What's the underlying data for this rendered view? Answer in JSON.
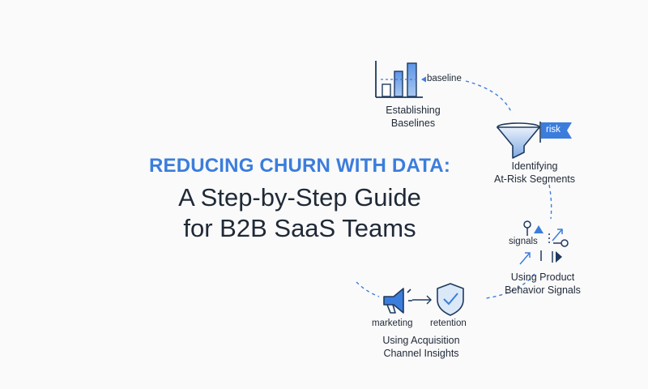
{
  "title": {
    "kicker": "REDUCING CHURN WITH DATA:",
    "line1": "A Step-by-Step Guide",
    "line2": "for B2B SaaS Teams"
  },
  "steps": [
    {
      "line1": "Establishing",
      "line2": "Baselines",
      "icon": "bar-chart-icon",
      "tag": "baseline"
    },
    {
      "line1": "Identifying",
      "line2": "At-Risk Segments",
      "icon": "funnel-icon",
      "tag": "risk"
    },
    {
      "line1": "Using Product",
      "line2": "Behavior Signals",
      "icon": "signals-icon",
      "tag": "signals"
    },
    {
      "line1": "Using Acquisition",
      "line2": "Channel Insights",
      "icon": "megaphone-icon",
      "icon2": "shield-check-icon",
      "tag": "marketing",
      "tag2": "retention"
    }
  ],
  "colors": {
    "accent": "#3b7ddd",
    "dark": "#1e3a5f",
    "text": "#1f2937",
    "background": "#fafafa"
  }
}
